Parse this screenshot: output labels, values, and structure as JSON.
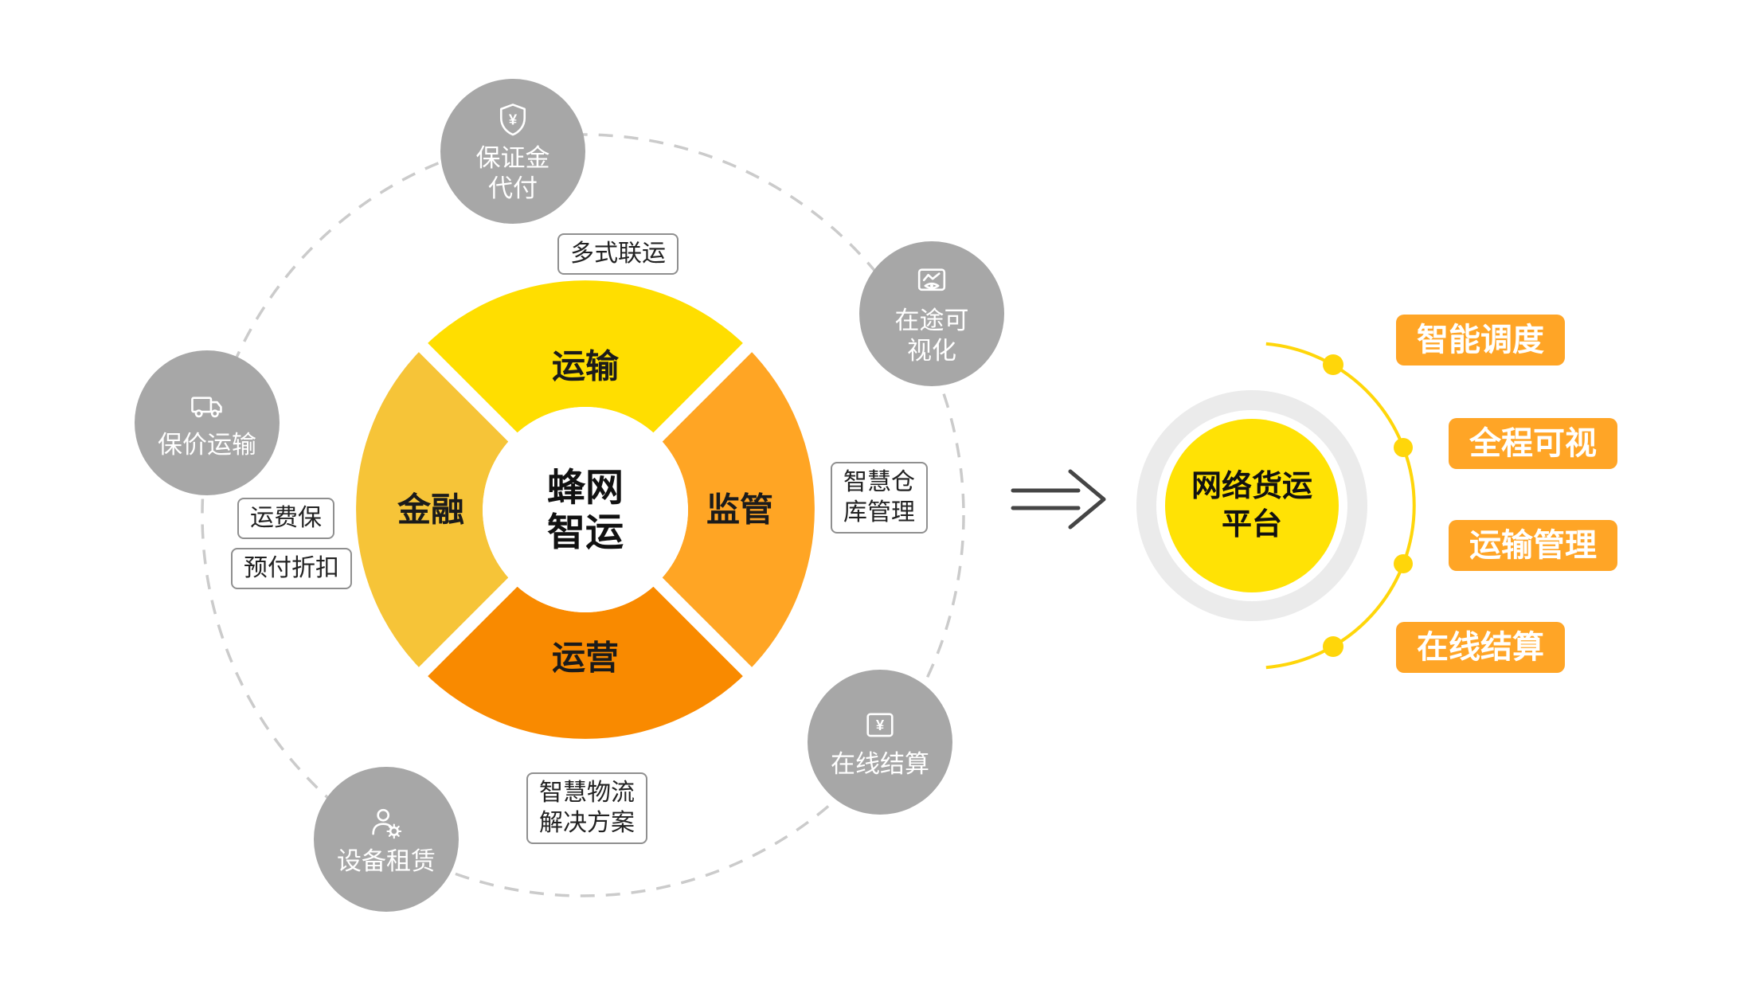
{
  "left_diagram": {
    "hub": {
      "line1": "蜂网",
      "line2": "智运"
    },
    "quadrants": [
      {
        "label": "运输",
        "color": "#FFDE00"
      },
      {
        "label": "监管",
        "color": "#FFA524"
      },
      {
        "label": "运营",
        "color": "#F98A00"
      },
      {
        "label": "金融",
        "color": "#F6C438"
      }
    ],
    "satellites": [
      {
        "name": "保证金代付",
        "icon": "shield-yuan-icon",
        "lines": [
          "保证金",
          "代付"
        ]
      },
      {
        "name": "在途可视化",
        "icon": "monitor-eye-icon",
        "lines": [
          "在途可",
          "视化"
        ]
      },
      {
        "name": "保价运输",
        "icon": "truck-icon",
        "lines": [
          "保价运输"
        ]
      },
      {
        "name": "在线结算",
        "icon": "terminal-yuan-icon",
        "lines": [
          "在线结算"
        ]
      },
      {
        "name": "设备租赁",
        "icon": "person-gear-icon",
        "lines": [
          "设备租赁"
        ]
      }
    ],
    "tags": [
      {
        "lines": [
          "多式联运"
        ]
      },
      {
        "lines": [
          "智慧仓",
          "库管理"
        ]
      },
      {
        "lines": [
          "运费保"
        ]
      },
      {
        "lines": [
          "预付折扣"
        ]
      },
      {
        "lines": [
          "智慧物流",
          "解决方案"
        ]
      }
    ]
  },
  "platform": {
    "hub": {
      "line1": "网络货运",
      "line2": "平台"
    },
    "features": [
      "智能调度",
      "全程可视",
      "运输管理",
      "在线结算"
    ]
  },
  "colors": {
    "satellite_gray": "#A7A7A7",
    "dashed_circle": "#CBCBCB",
    "feature_orange": "#FFA526",
    "platform_yellow": "#FFE205",
    "platform_ring": "#EBEBEB",
    "arc_yellow": "#FFD60A",
    "arrow_gray": "#454545"
  }
}
